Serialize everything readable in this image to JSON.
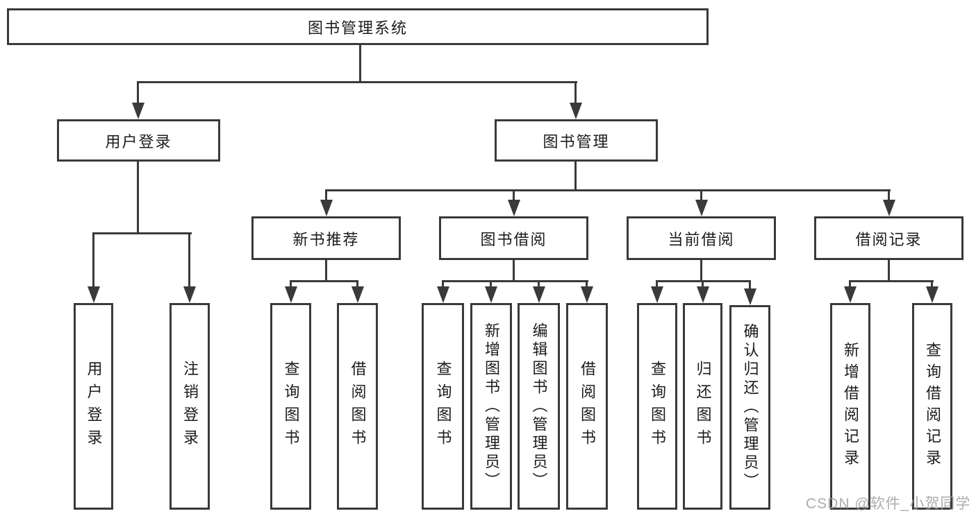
{
  "diagram": {
    "title": "图书管理系统",
    "type": "hierarchy-tree",
    "colors": {
      "line": "#3a3a3a",
      "box_border": "#3a3a3a",
      "box_bg": "#ffffff",
      "text": "#1c1c1c",
      "watermark": "#9e9e9e"
    },
    "watermark": "CSDN @软件_小贺同学"
  },
  "tree": {
    "label": "图书管理系统",
    "children": [
      {
        "label": "用户登录",
        "children": [
          {
            "label": "用户登录"
          },
          {
            "label": "注销登录"
          }
        ]
      },
      {
        "label": "图书管理",
        "children": [
          {
            "label": "新书推荐",
            "children": [
              {
                "label": "查询图书"
              },
              {
                "label": "借阅图书"
              }
            ]
          },
          {
            "label": "图书借阅",
            "children": [
              {
                "label": "查询图书"
              },
              {
                "label": "新增图书（管理员）"
              },
              {
                "label": "编辑图书（管理员）"
              },
              {
                "label": "借阅图书"
              }
            ]
          },
          {
            "label": "当前借阅",
            "children": [
              {
                "label": "查询图书"
              },
              {
                "label": "归还图书"
              },
              {
                "label": "确认归还（管理员）"
              }
            ]
          },
          {
            "label": "借阅记录",
            "children": [
              {
                "label": "新增借阅记录"
              },
              {
                "label": "查询借阅记录"
              }
            ]
          }
        ]
      }
    ]
  }
}
